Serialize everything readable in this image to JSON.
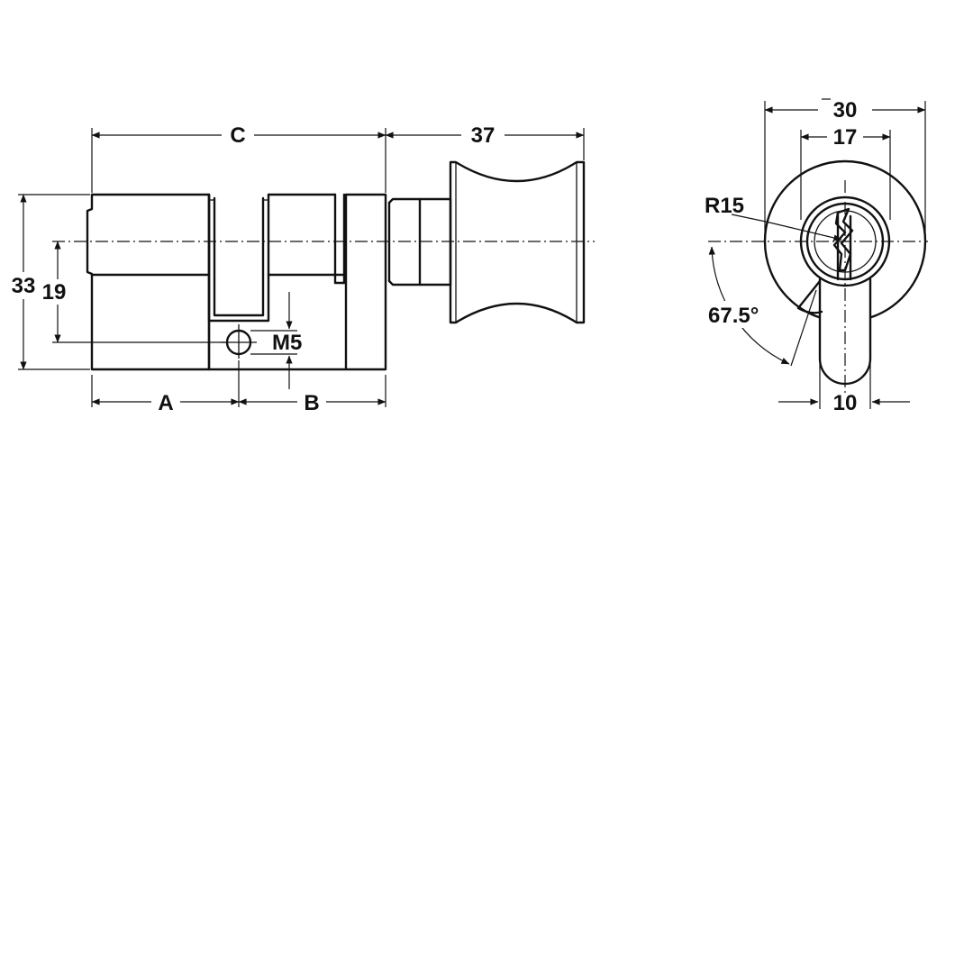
{
  "drawing": {
    "side_view": {
      "dim_overall_length": "C",
      "dim_knob_length": "37",
      "dim_height": "33",
      "dim_axis_to_fixing": "19",
      "dim_fixing_thread": "M5",
      "dim_left_to_fixing": "A",
      "dim_fixing_to_right": "B"
    },
    "end_view": {
      "dim_knob_diameter": "30",
      "dim_plug_diameter": "17",
      "dim_radius": "R15",
      "dim_cam_angle": "67.5°",
      "dim_cam_width": "10"
    }
  }
}
